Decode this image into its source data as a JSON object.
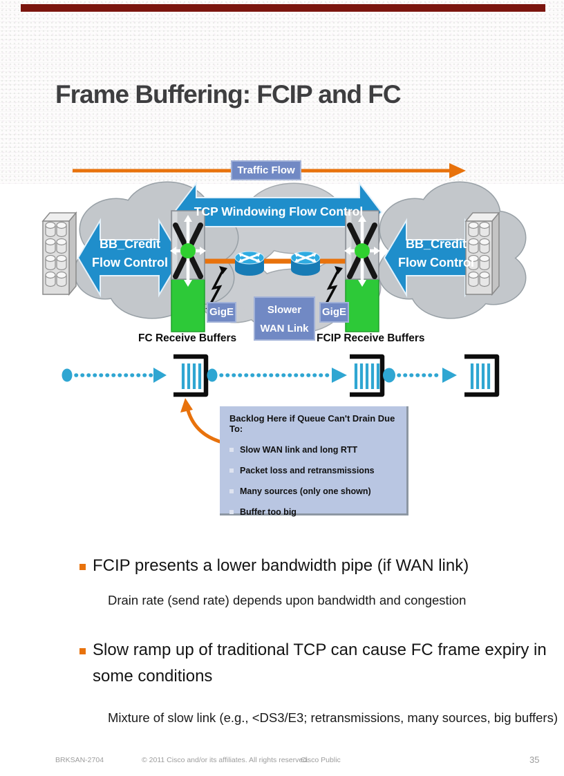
{
  "slide": {
    "title": "Frame Buffering: FCIP and FC",
    "page_number": "35",
    "footer_session": "BRKSAN-2704",
    "footer_copyright": "© 2011 Cisco and/or its affiliates. All rights reserved.",
    "footer_classification": "Cisco Public"
  },
  "diagram": {
    "traffic_flow": "Traffic Flow",
    "tcp_windowing": "TCP Windowing Flow Control",
    "bb_credit_left": "BB_Credit\nFlow Control",
    "bb_credit_right": "BB_Credit\nFlow Control",
    "gige_left": "GigE",
    "gige_right": "GigE",
    "wan_link": "Slower\nWAN Link",
    "fc_receive": "FC Receive Buffers",
    "fcip_receive": "FCIP Receive Buffers",
    "callout": {
      "title": "Backlog Here if Queue Can't Drain Due To:",
      "items": [
        "Slow WAN link and long RTT",
        "Packet loss and retransmissions",
        "Many sources (only one shown)",
        "Buffer too big"
      ]
    }
  },
  "bullets": [
    {
      "text": "FCIP presents a lower bandwidth pipe (if WAN link)",
      "sub": "Drain rate (send rate) depends upon bandwidth and congestion"
    },
    {
      "text": "Slow ramp up of traditional TCP can cause FC frame expiry in\nsome conditions",
      "sub": "Mixture of slow link (e.g., <DS3/E3; retransmissions, many sources, big buffers)"
    }
  ],
  "colors": {
    "accent_orange": "#e8720c",
    "arrow_blue": "#1f8ecb",
    "label_blue": "#7189c4",
    "callout_bg": "#b9c6e2",
    "queue_cyan": "#2fa6d2",
    "switch_green": "#2dc938",
    "top_bar_red": "#7b150e"
  }
}
